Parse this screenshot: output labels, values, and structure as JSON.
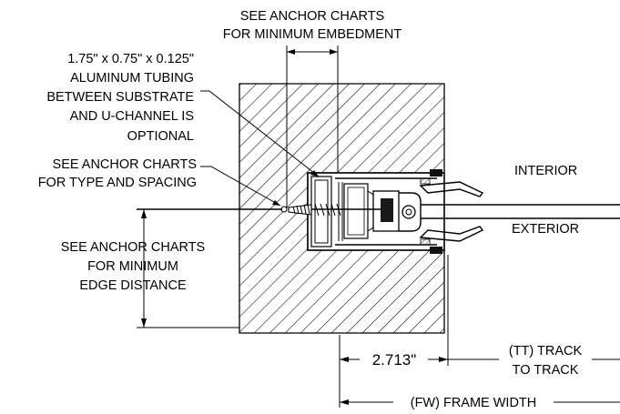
{
  "notes": {
    "min_embedment": [
      "SEE ANCHOR CHARTS",
      "FOR MINIMUM EMBEDMENT"
    ],
    "tubing": [
      "1.75\" x 0.75\" x 0.125\"",
      "ALUMINUM TUBING",
      "BETWEEN SUBSTRATE",
      "AND U-CHANNEL IS",
      "OPTIONAL"
    ],
    "type_spacing": [
      "SEE ANCHOR CHARTS",
      "FOR TYPE AND SPACING"
    ],
    "edge_distance": [
      "SEE ANCHOR CHARTS",
      "FOR MINIMUM",
      "EDGE DISTANCE"
    ]
  },
  "sides": {
    "interior": "INTERIOR",
    "exterior": "EXTERIOR"
  },
  "dimensions": {
    "offset": "2.713\"",
    "track_to_track": [
      "(TT) TRACK",
      "TO TRACK"
    ],
    "frame_width": "(FW) FRAME WIDTH"
  }
}
